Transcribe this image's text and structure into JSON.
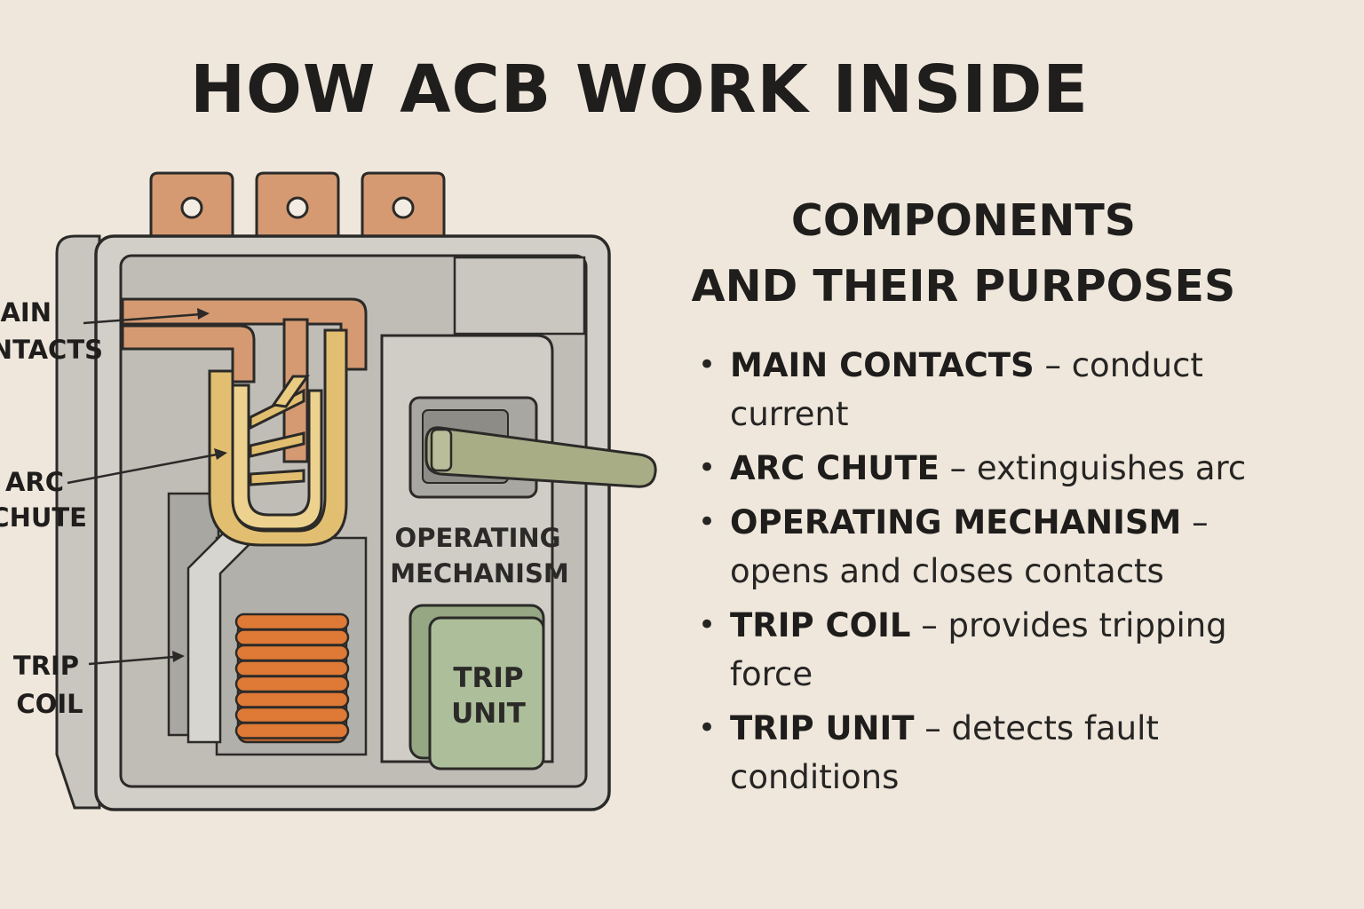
{
  "title": "HOW ACB WORK INSIDE",
  "colors": {
    "background": "#efe7dc",
    "housing": "#cfcdc6",
    "copper": "#d59a72",
    "arc_chute": "#e2bf70",
    "coil": "#de7a36",
    "trip_unit": "#adbf9a",
    "handle": "#a8ad86",
    "outline": "#2b2a28"
  },
  "diagram": {
    "callouts": {
      "main_contacts": [
        "AIN",
        "NTACTS"
      ],
      "arc_chute": [
        "ARC",
        "CHUTE"
      ],
      "trip_coil": [
        "TRIP",
        "COIL"
      ]
    },
    "inner_labels": {
      "operating_mechanism": [
        "OPERATING",
        "MECHANISM"
      ],
      "trip_unit": [
        "TRIP",
        "UNIT"
      ]
    }
  },
  "components": {
    "heading": [
      "COMPONENTS",
      "AND THEIR PURPOSES"
    ],
    "items": [
      {
        "name": "MAIN CONTACTS",
        "desc": "– conduct current"
      },
      {
        "name": "ARC CHUTE",
        "desc": "– extinguishes arc"
      },
      {
        "name": "OPERATING MECHANISM",
        "desc": "– opens and closes contacts"
      },
      {
        "name": "TRIP COIL",
        "desc": "– provides tripping force"
      },
      {
        "name": "TRIP UNIT",
        "desc": "– detects fault conditions"
      }
    ]
  }
}
